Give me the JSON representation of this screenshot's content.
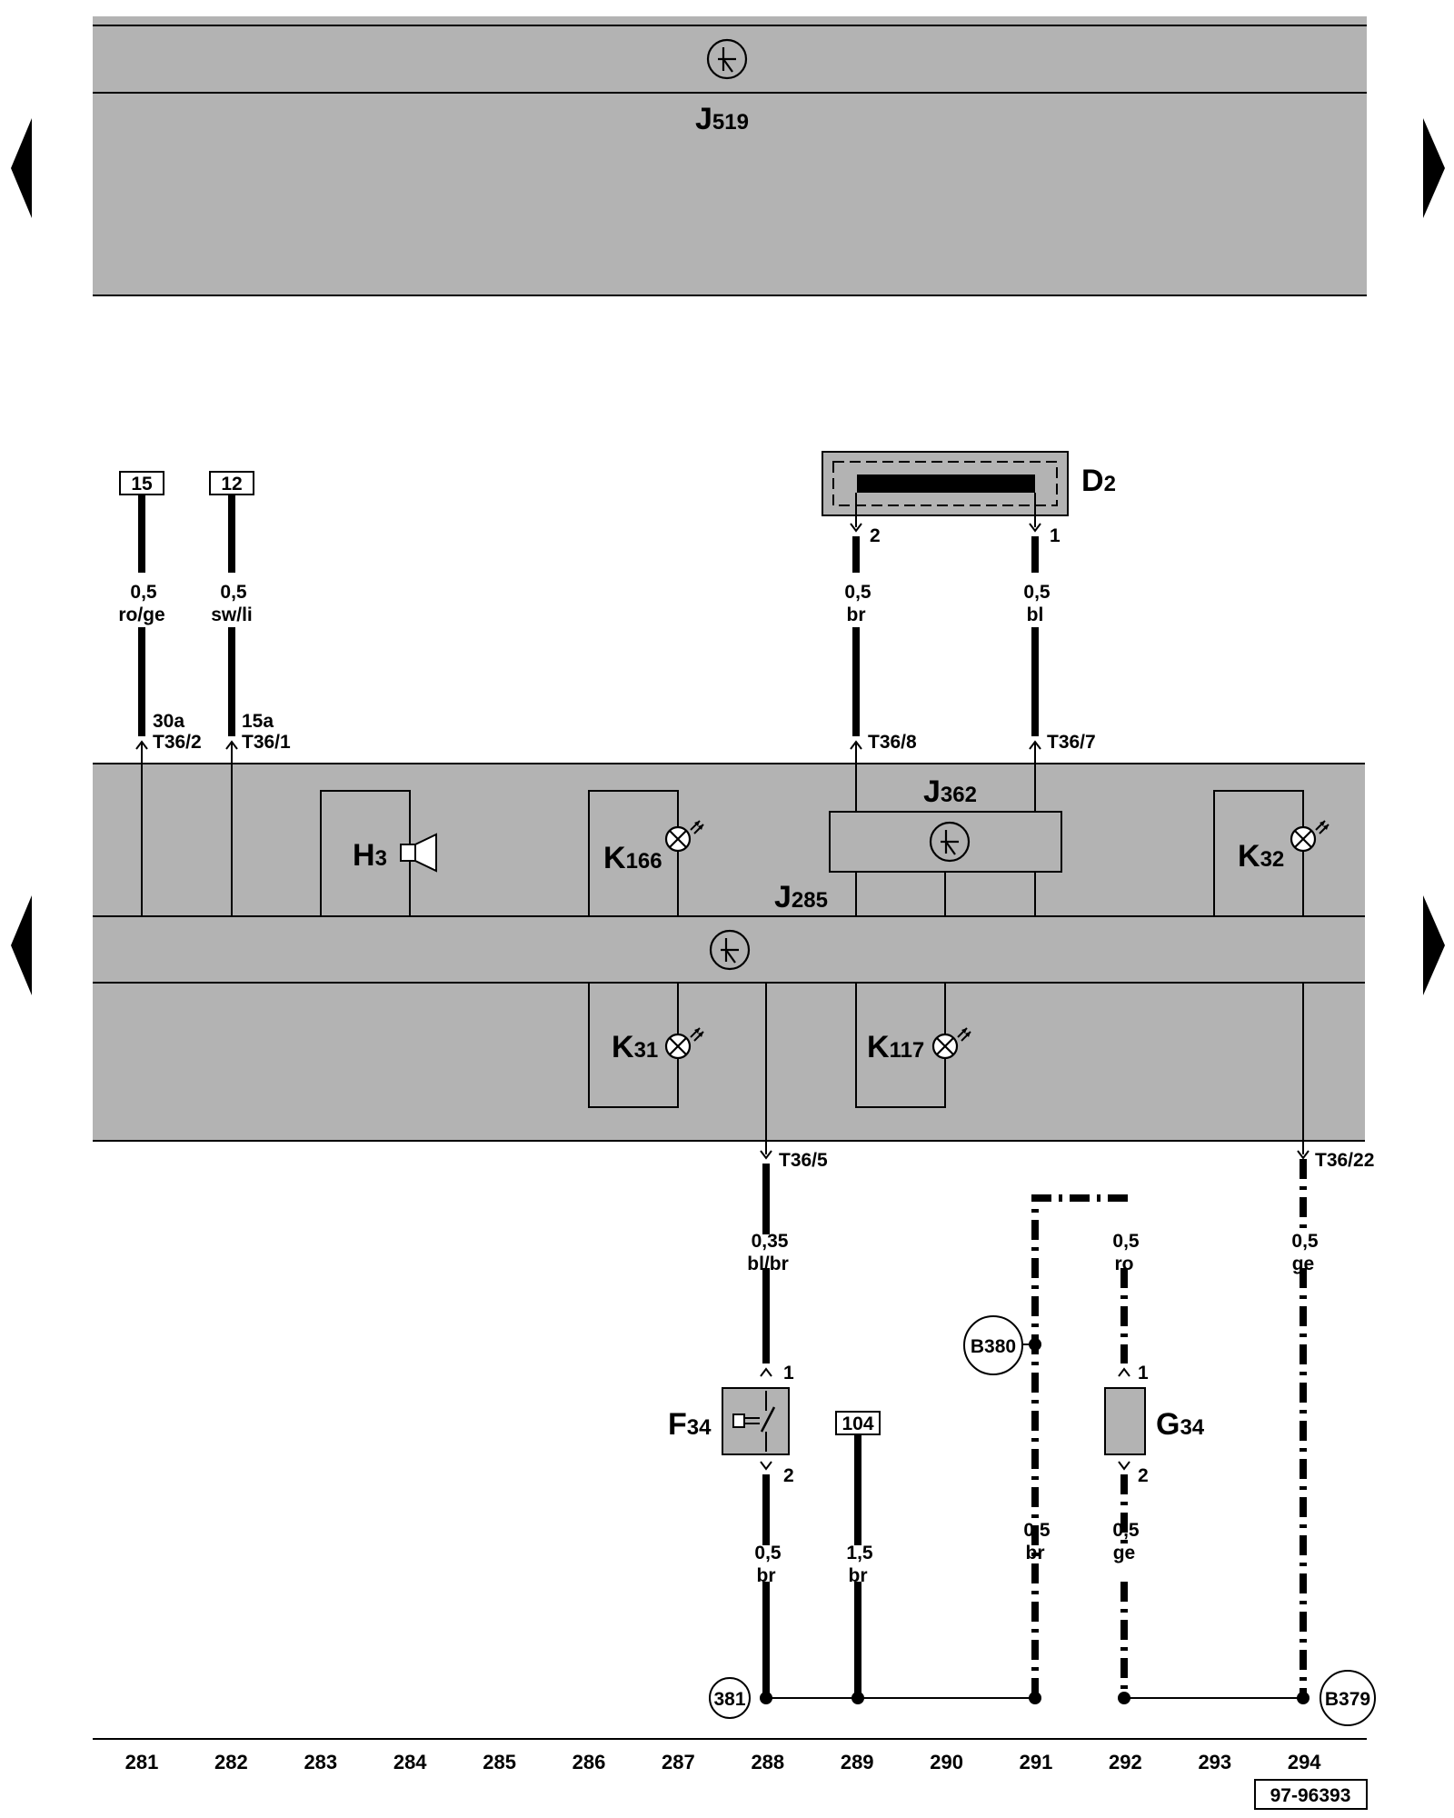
{
  "modules": {
    "top": {
      "label": "J",
      "sub": "519"
    },
    "cluster": {
      "label": "J",
      "sub": "285"
    },
    "immobilizer": {
      "label": "J",
      "sub": "362"
    },
    "antenna": {
      "label": "D",
      "sub": "2"
    }
  },
  "components": {
    "buzzer": {
      "label": "H",
      "sub": "3"
    },
    "lamp_k166": {
      "label": "K",
      "sub": "166"
    },
    "lamp_k32": {
      "label": "K",
      "sub": "32"
    },
    "lamp_k31": {
      "label": "K",
      "sub": "31"
    },
    "lamp_k117": {
      "label": "K",
      "sub": "117"
    },
    "switch_f34": {
      "label": "F",
      "sub": "34"
    },
    "sender_g34": {
      "label": "G",
      "sub": "34"
    }
  },
  "boxes": {
    "b15": "15",
    "b12": "12",
    "b104": "104"
  },
  "circles": {
    "c381": "381",
    "b380": "B380",
    "b379": "B379"
  },
  "pins": {
    "d2_pin2": "2",
    "d2_pin1": "1",
    "f34_pin1": "1",
    "f34_pin2": "2",
    "g34_pin1": "1",
    "g34_pin2": "2"
  },
  "connectors": {
    "c1_term": "30a",
    "c1": "T36/2",
    "c2_term": "15a",
    "c2": "T36/1",
    "c3": "T36/8",
    "c4": "T36/7",
    "c5": "T36/5",
    "c6": "T36/22"
  },
  "wires": {
    "w1": {
      "size": "0,5",
      "color": "ro/ge"
    },
    "w2": {
      "size": "0,5",
      "color": "sw/li"
    },
    "w3": {
      "size": "0,5",
      "color": "br"
    },
    "w4": {
      "size": "0,5",
      "color": "bl"
    },
    "w5": {
      "size": "0,35",
      "color": "bl/br"
    },
    "w6": {
      "size": "0,5",
      "color": "ro"
    },
    "w7": {
      "size": "0,5",
      "color": "ge"
    },
    "w8": {
      "size": "0,5",
      "color": "br"
    },
    "w9": {
      "size": "1,5",
      "color": "br"
    },
    "w10": {
      "size": "0,5",
      "color": "br"
    },
    "w11": {
      "size": "0,5",
      "color": "ge"
    }
  },
  "scale": [
    "281",
    "282",
    "283",
    "284",
    "285",
    "286",
    "287",
    "288",
    "289",
    "290",
    "291",
    "292",
    "293",
    "294"
  ],
  "diagram_id": "97-96393",
  "colors": {
    "module_fill": "#b3b3b3",
    "line": "#000000",
    "background": "#ffffff"
  }
}
